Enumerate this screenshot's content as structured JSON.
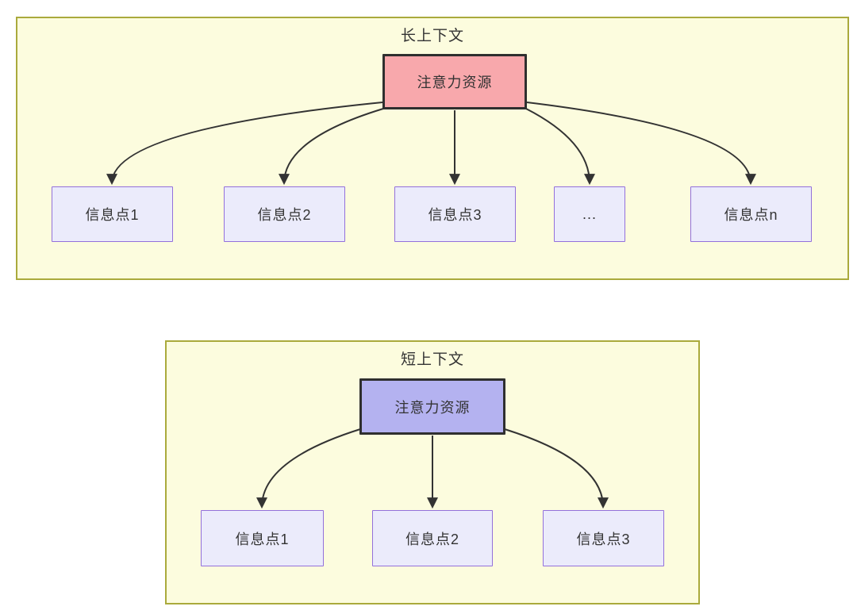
{
  "diagram": {
    "long_context": {
      "title": "长上下文",
      "source": {
        "label": "注意力资源"
      },
      "nodes": [
        {
          "label": "信息点1"
        },
        {
          "label": "信息点2"
        },
        {
          "label": "信息点3"
        },
        {
          "label": "..."
        },
        {
          "label": "信息点n"
        }
      ]
    },
    "short_context": {
      "title": "短上下文",
      "source": {
        "label": "注意力资源"
      },
      "nodes": [
        {
          "label": "信息点1"
        },
        {
          "label": "信息点2"
        },
        {
          "label": "信息点3"
        }
      ]
    },
    "colors": {
      "panel_fill": "#fcfcde",
      "panel_border": "#aaaa3c",
      "long_source_fill": "#f8a8ac",
      "short_source_fill": "#b4b2f0",
      "info_fill": "#ebebfb",
      "info_border": "#9370db",
      "source_border": "#2f2f2f",
      "arrow": "#333333",
      "text": "#333333"
    }
  }
}
